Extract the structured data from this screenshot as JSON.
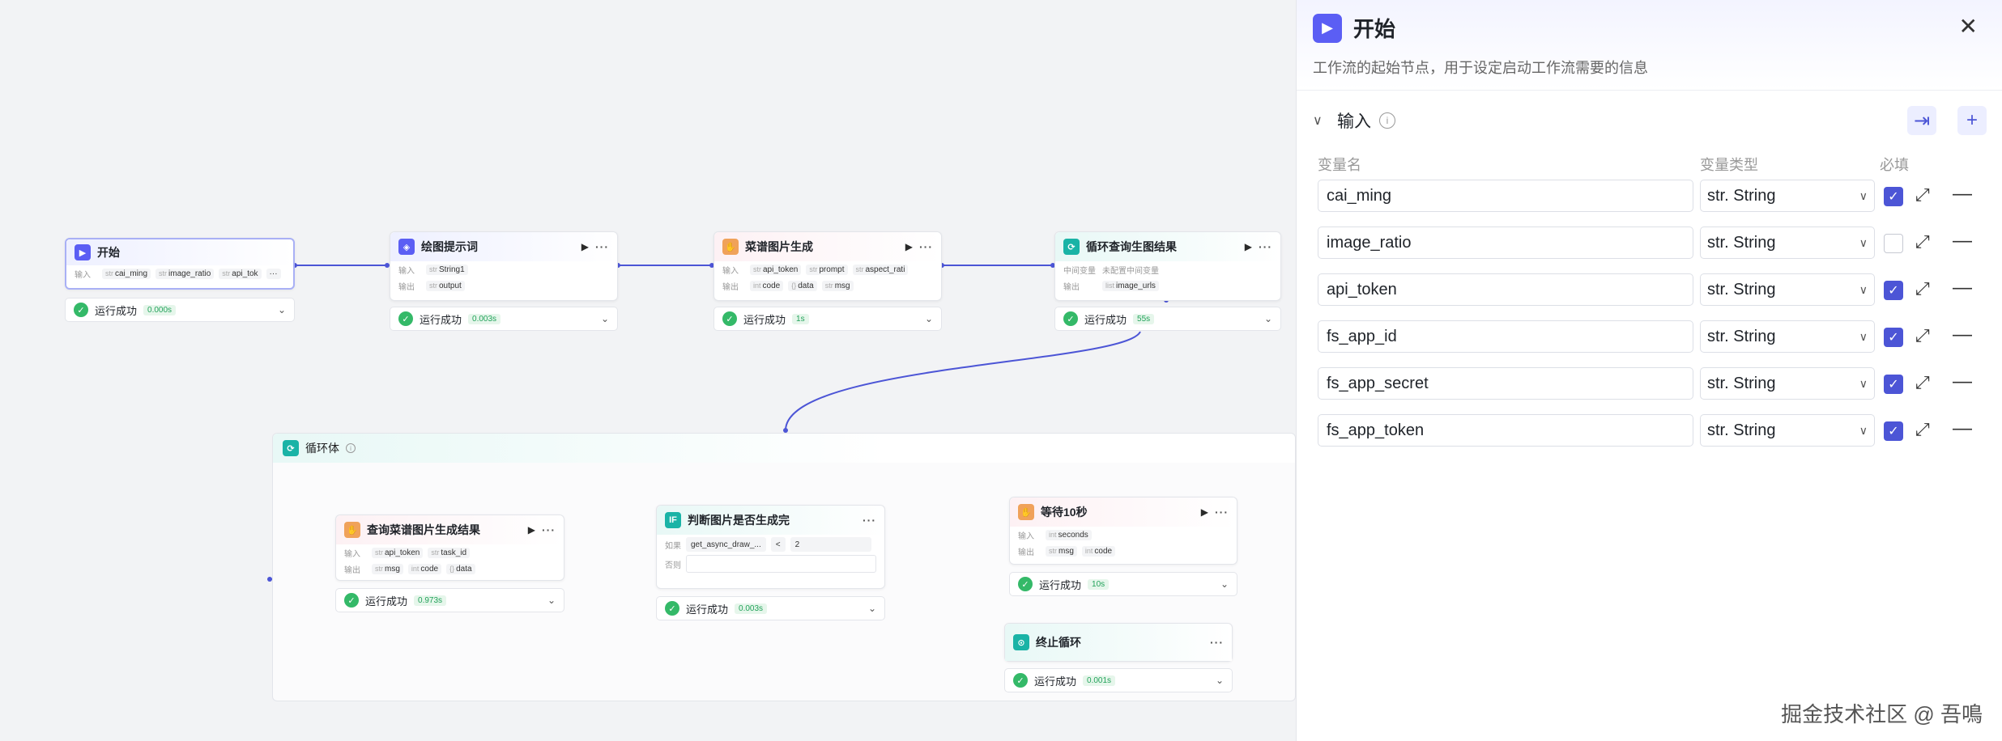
{
  "canvas": {
    "nodes": {
      "start": {
        "title": "开始",
        "input_label": "输入",
        "inputs": [
          "cai_ming",
          "image_ratio",
          "api_tok"
        ],
        "type_tag": "str",
        "more": "···",
        "status": "运行成功",
        "time": "0.000s"
      },
      "prompt": {
        "title": "绘图提示词",
        "input_label": "输入",
        "output_label": "输出",
        "input": "String1",
        "output": "output",
        "type_tag": "str",
        "status": "运行成功",
        "time": "0.003s"
      },
      "recipe_gen": {
        "title": "菜谱图片生成",
        "input_label": "输入",
        "output_label": "输出",
        "inputs": [
          "api_token",
          "prompt",
          "aspect_rati"
        ],
        "outputs": [
          "code",
          "data",
          "msg"
        ],
        "type_str": "str",
        "type_int": "int",
        "type_obj": "{}",
        "status": "运行成功",
        "time": "1s"
      },
      "loop_query": {
        "title": "循环查询生图结果",
        "mid_label": "中间变量",
        "mid_value": "未配置中间变量",
        "output_label": "输出",
        "output": "image_urls",
        "type_tag": "list",
        "status": "运行成功",
        "time": "55s"
      },
      "loop_body": {
        "title": "循环体"
      },
      "query_result": {
        "title": "查询菜谱图片生成结果",
        "input_label": "输入",
        "output_label": "输出",
        "inputs": [
          "api_token",
          "task_id"
        ],
        "outputs": [
          "msg",
          "code",
          "data"
        ],
        "type_str": "str",
        "type_int": "int",
        "type_obj": "{}",
        "status": "运行成功",
        "time": "0.973s"
      },
      "judge": {
        "title": "判断图片是否生成完",
        "if_label": "如果",
        "else_label": "否则",
        "cond_var": "get_async_draw_...",
        "cond_op": "<",
        "cond_val": "2",
        "status": "运行成功",
        "time": "0.003s"
      },
      "wait": {
        "title": "等待10秒",
        "input_label": "输入",
        "output_label": "输出",
        "input": "seconds",
        "outputs": [
          "msg",
          "code"
        ],
        "type_int": "int",
        "type_str": "str",
        "status": "运行成功",
        "time": "10s"
      },
      "stop": {
        "title": "终止循环",
        "status": "运行成功",
        "time": "0.001s"
      }
    }
  },
  "panel": {
    "title": "开始",
    "description": "工作流的起始节点，用于设定启动工作流需要的信息",
    "section_title": "输入",
    "columns": {
      "name": "变量名",
      "type": "变量类型",
      "required": "必填"
    },
    "variables": [
      {
        "name": "cai_ming",
        "type": "str. String",
        "required": true
      },
      {
        "name": "image_ratio",
        "type": "str. String",
        "required": false
      },
      {
        "name": "api_token",
        "type": "str. String",
        "required": true
      },
      {
        "name": "fs_app_id",
        "type": "str. String",
        "required": true
      },
      {
        "name": "fs_app_secret",
        "type": "str. String",
        "required": true
      },
      {
        "name": "fs_app_token",
        "type": "str. String",
        "required": true
      }
    ]
  },
  "watermark": "掘金技术社区 @ 吾鳴",
  "colors": {
    "accent": "#4c55d6",
    "success": "#34b968",
    "node_border": "#e3e5ea"
  }
}
